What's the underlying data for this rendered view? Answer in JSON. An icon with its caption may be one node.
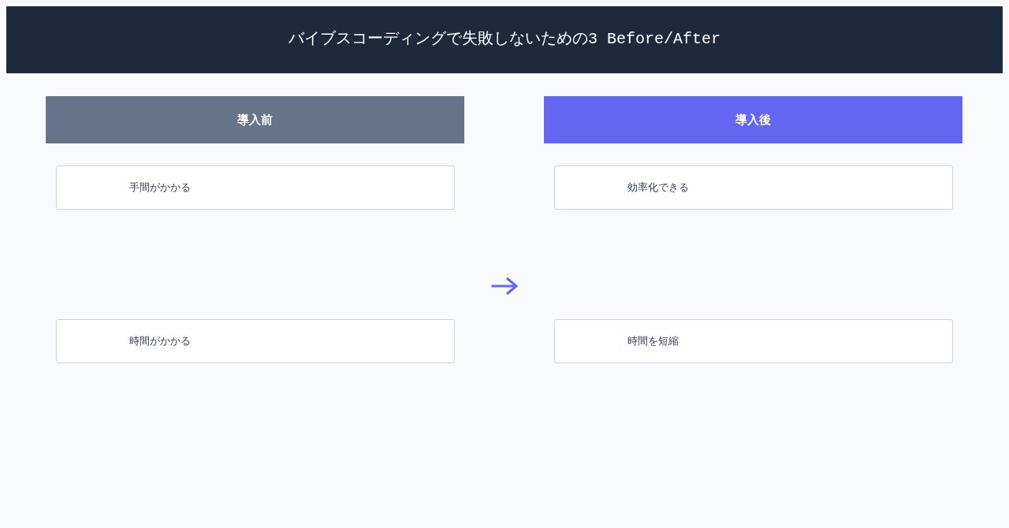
{
  "diagram": {
    "title": "バイブスコーディングで失敗しないための3 Before/After",
    "nodes": [
      {
        "text": [
          "導入前"
        ]
      },
      {
        "text": [
          "導入後"
        ]
      },
      {
        "text": [
          "手間がかかる"
        ]
      },
      {
        "text": [
          "効率化できる"
        ]
      },
      {
        "text": [
          "時間がかかる"
        ]
      },
      {
        "text": [
          "時間を短縮"
        ]
      }
    ]
  }
}
